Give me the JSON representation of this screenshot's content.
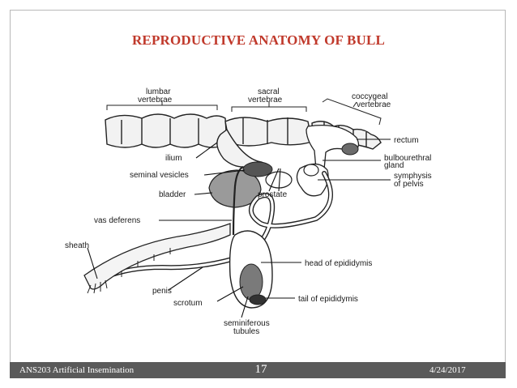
{
  "slide": {
    "title": "REPRODUCTIVE  ANATOMY OF BULL",
    "title_color": "#c0392b"
  },
  "diagram": {
    "labels": {
      "lumbar": "lumbar",
      "lumbar2": "vertebrae",
      "sacral": "sacral",
      "sacral2": "vertebrae",
      "coccygeal": "coccygeal",
      "coccygeal2": "vertebrae",
      "rectum": "rectum",
      "bulbo": "bulbourethral",
      "bulbo2": "gland",
      "symphysis": "symphysis",
      "symphysis2": "of pelvis",
      "ilium": "ilium",
      "seminal_vesicles": "seminal vesicles",
      "bladder": "bladder",
      "prostate": "prostate",
      "vas_deferens": "vas deferens",
      "sheath": "sheath",
      "head_epi": "head of epididymis",
      "penis": "penis",
      "scrotum": "scrotum",
      "tail_epi": "tail of epididymis",
      "semi": "seminiferous",
      "semi2": "tubules"
    }
  },
  "footer": {
    "course": "ANS203 Artificial Insemination",
    "page_number": "17",
    "date": "4/24/2017"
  }
}
